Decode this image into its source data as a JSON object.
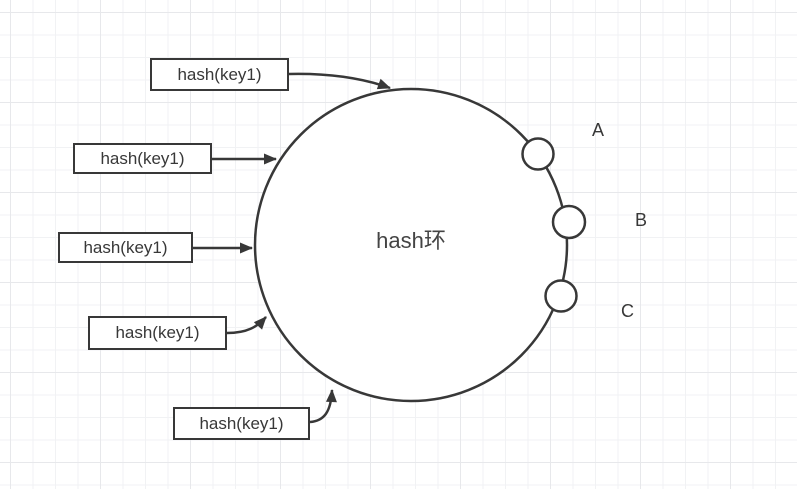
{
  "diagram": {
    "ring_label": "hash环",
    "key_boxes": [
      {
        "label": "hash(key1)"
      },
      {
        "label": "hash(key1)"
      },
      {
        "label": "hash(key1)"
      },
      {
        "label": "hash(key1)"
      },
      {
        "label": "hash(key1)"
      }
    ],
    "node_labels": [
      {
        "label": "A"
      },
      {
        "label": "B"
      },
      {
        "label": "C"
      }
    ],
    "colors": {
      "stroke": "#383838",
      "text": "#383838",
      "shape_fill": "#ffffff",
      "grid_minor": "#f1f2f4",
      "grid_major": "#e7e8eb",
      "background": "#ffffff"
    }
  }
}
